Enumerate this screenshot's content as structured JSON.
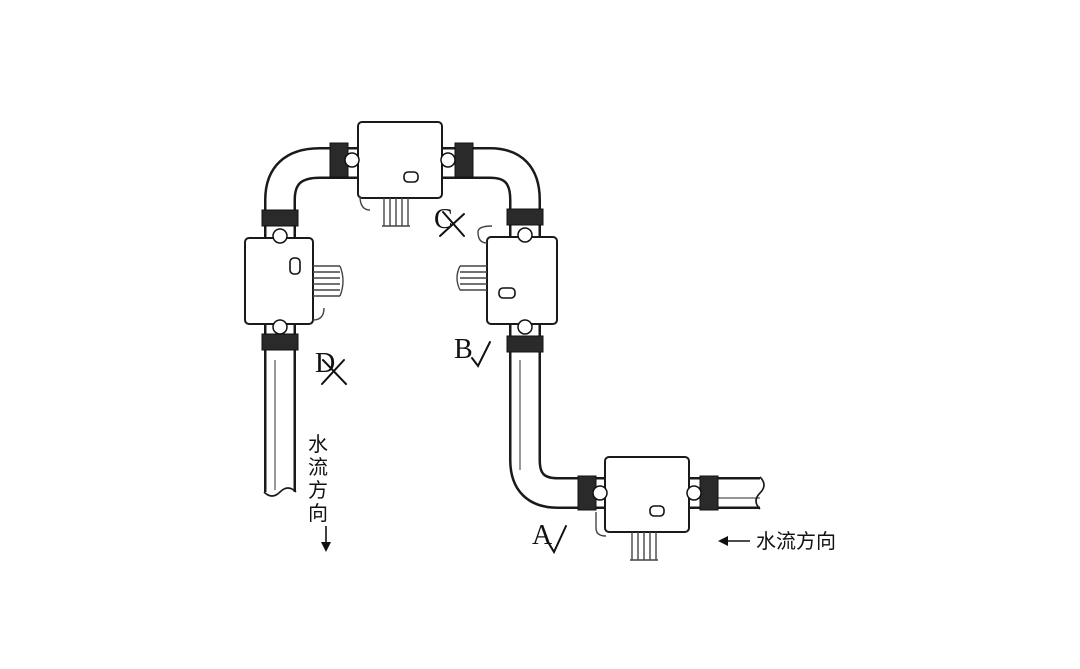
{
  "points": [
    {
      "id": "A",
      "status": "check"
    },
    {
      "id": "B",
      "status": "check"
    },
    {
      "id": "C",
      "status": "cross"
    },
    {
      "id": "D",
      "status": "cross"
    }
  ],
  "flow_labels": {
    "inlet": "水流方向",
    "outlet": [
      "水",
      "流",
      "方",
      "向"
    ]
  },
  "colors": {
    "line": "#1a1a1a",
    "background": "#ffffff"
  }
}
